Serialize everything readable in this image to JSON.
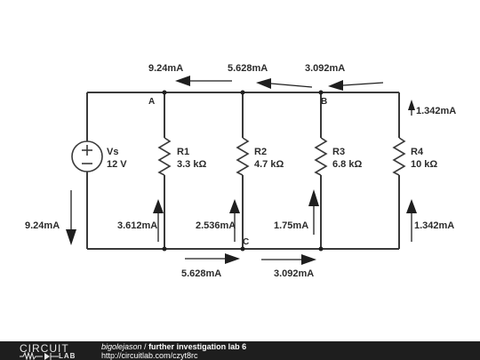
{
  "schematic": {
    "source": {
      "name": "Vs",
      "value": "12 V"
    },
    "resistors": [
      {
        "name": "R1",
        "value": "3.3 kΩ"
      },
      {
        "name": "R2",
        "value": "4.7 kΩ"
      },
      {
        "name": "R3",
        "value": "6.8 kΩ"
      },
      {
        "name": "R4",
        "value": "10 kΩ"
      }
    ],
    "nodes": {
      "a": "A",
      "b": "B",
      "c": "C"
    },
    "currents": {
      "top_left": "9.24mA",
      "top_mid": "5.628mA",
      "top_right": "3.092mA",
      "r4_top": "1.342mA",
      "source_left": "9.24mA",
      "r1_branch": "3.612mA",
      "r2_branch": "2.536mA",
      "r3_branch": "1.75mA",
      "r4_bottom": "1.342mA",
      "bottom_left": "5.628mA",
      "bottom_right": "3.092mA"
    }
  },
  "footer": {
    "logo_top": "CIRCUIT",
    "logo_bottom": "LAB",
    "author": "bigolejason",
    "separator": " / ",
    "title": "further investigation lab 6",
    "url": "http://circuitlab.com/czyt8rc"
  }
}
